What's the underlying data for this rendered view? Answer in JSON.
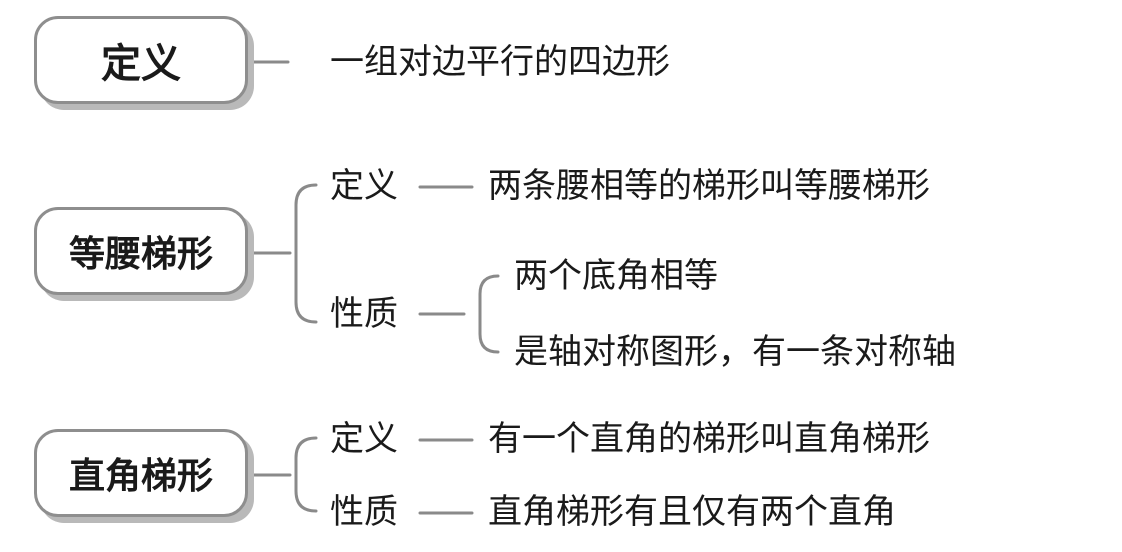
{
  "parallelogram": {
    "label": "定义",
    "definition": "一组对边平行的四边形"
  },
  "isosceles_trapezoid": {
    "label": "等腰梯形",
    "definition_label": "定义",
    "definition": "两条腰相等的梯形叫等腰梯形",
    "property_label": "性质",
    "properties": [
      "两个底角相等",
      "是轴对称图形，有一条对称轴"
    ]
  },
  "right_trapezoid": {
    "label": "直角梯形",
    "definition_label": "定义",
    "definition": "有一个直角的梯形叫直角梯形",
    "property_label": "性质",
    "property": "直角梯形有且仅有两个直角"
  }
}
